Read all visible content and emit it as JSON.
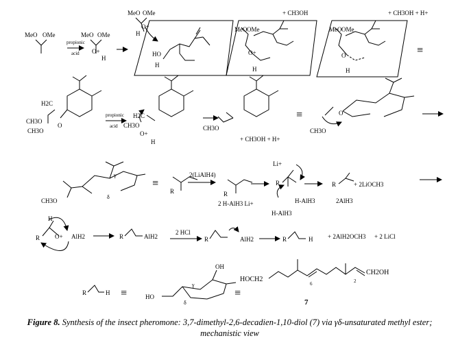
{
  "labels": {
    "meo": "MeO",
    "ome": "OMe",
    "o": "O",
    "h": "H",
    "oplus": "O+",
    "ch3o": "CH3O",
    "h2c": "H2C",
    "ch3o_ch3": "CH3O-CH3O",
    "propionic": "propionic",
    "acid": "acid",
    "r": "R",
    "li": "Li+",
    "al": "Al",
    "oh": "OH",
    "ho": "HO",
    "gamma": "γ",
    "delta": "δ",
    "equiv": "≡"
  },
  "byproducts": {
    "b1": "+ CH3OH",
    "b2": "+ CH3OH + H+",
    "b3": "+ CH3OH + H+",
    "b4": "+ 2LiOCH3",
    "b5": "+ 2AlH2OCH3",
    "b6": "+ 2 LiCl"
  },
  "reagents": {
    "lialh4": "2(LiAlH4)",
    "hal_li": "2 H-AlH3 Li+",
    "halh3_a": "H-AlH3",
    "halh3_b": "H-AlH3",
    "alh3": "2AlH3",
    "alh2": "AlH2",
    "alh2b": "AlH2",
    "alh2c": "AlH2",
    "hcl": "2 HCl"
  },
  "product": {
    "left": "HOCH2",
    "right": "CH2OH",
    "pos6": "6",
    "pos2": "2",
    "number": "7"
  },
  "caption": {
    "lead": "Figure 8.",
    "text": " Synthesis of the insect pheromone: 3,7-dimethyl-2,6-decadien-1,10-diol (7) via γδ-unsaturated methyl ester; mechanistic view"
  }
}
